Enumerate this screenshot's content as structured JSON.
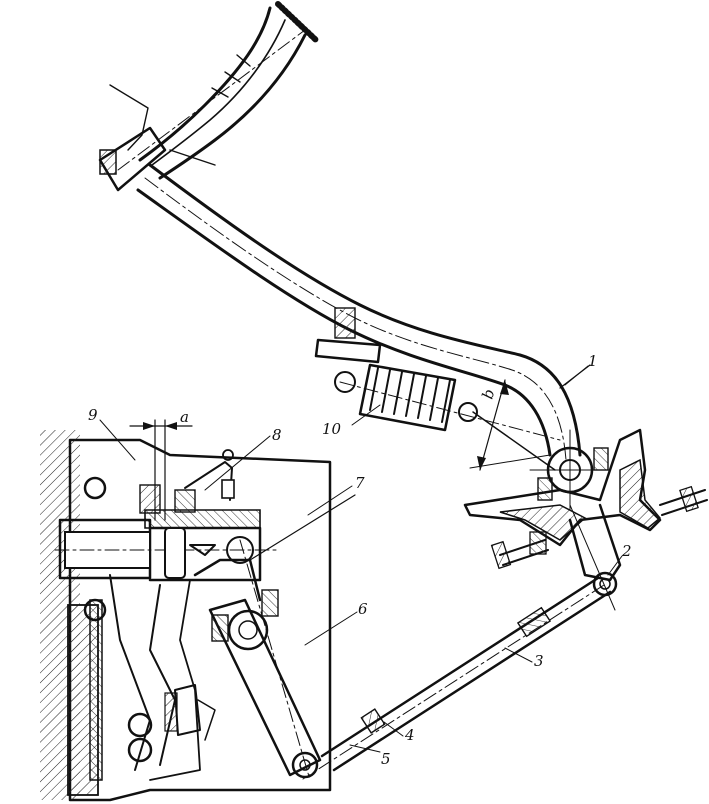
{
  "callouts": {
    "pedal_arm": "1",
    "lever": "2",
    "pull_rod": "3",
    "lock_nut": "4",
    "rod_end": "5",
    "release_lever": "6",
    "fork": "7",
    "lube_fitting": "8",
    "release_bearing": "9",
    "return_spring": "10",
    "gap_a": "a",
    "gap_b": "b"
  },
  "colors": {
    "ink": "#111111",
    "paper": "#ffffff"
  }
}
